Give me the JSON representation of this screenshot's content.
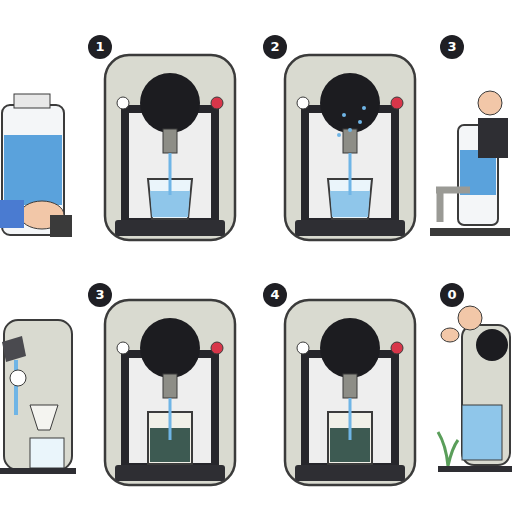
{
  "diagram": {
    "labels": [
      "1",
      "2",
      "3",
      "3",
      "4",
      "0"
    ]
  }
}
